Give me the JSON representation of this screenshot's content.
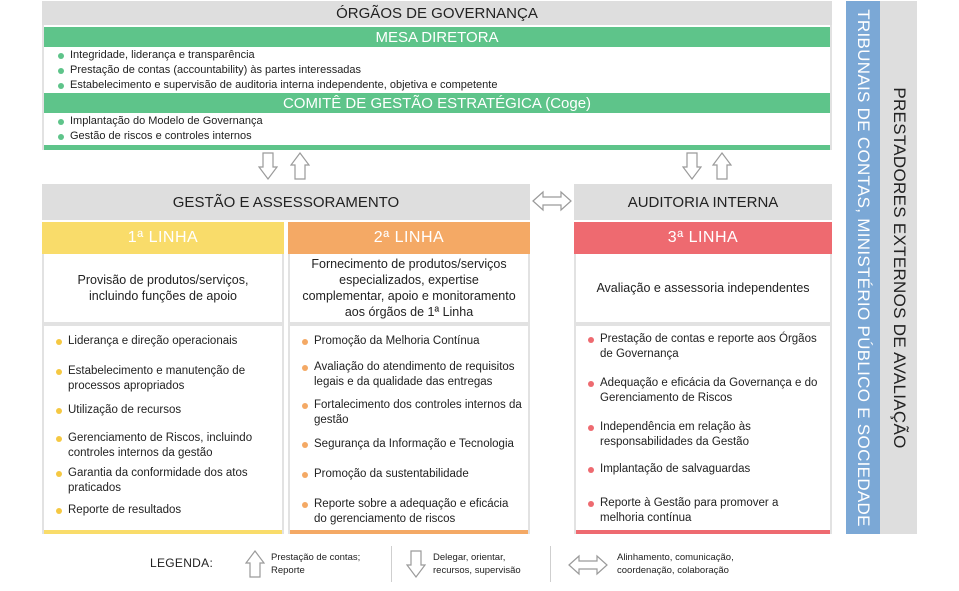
{
  "governance": {
    "title": "ÓRGÃOS DE GOVERNANÇA",
    "mesa": {
      "title": "MESA DIRETORA",
      "items": [
        "Integridade, liderança e transparência",
        "Prestação de contas (accountability) às partes interessadas",
        "Estabelecimento e supervisão de auditoria interna independente, objetiva e competente"
      ]
    },
    "coge": {
      "title": "COMITÊ DE GESTÃO ESTRATÉGICA (Coge)",
      "items": [
        "Implantação do Modelo de Governança",
        "Gestão de riscos e controles internos"
      ]
    }
  },
  "gestao": {
    "title": "GESTÃO E ASSESSORAMENTO"
  },
  "auditoria": {
    "title": "AUDITORIA INTERNA"
  },
  "lines": {
    "first": {
      "title": "1ª LINHA",
      "description": "Provisão de produtos/serviços, incluindo funções de apoio",
      "items": [
        "Liderança e direção operacionais",
        "Estabelecimento e manutenção de processos apropriados",
        "Utilização de recursos",
        "Gerenciamento de Riscos, incluindo controles internos da gestão",
        "Garantia da conformidade dos atos praticados",
        "Reporte de resultados"
      ]
    },
    "second": {
      "title": "2ª LINHA",
      "description": "Fornecimento de produtos/serviços especializados, expertise complementar, apoio e monitoramento aos órgãos de 1ª Linha",
      "items": [
        "Promoção da Melhoria Contínua",
        "Avaliação do atendimento de requisitos legais e da qualidade das entregas",
        "Fortalecimento dos controles internos da gestão",
        "Segurança da Informação e Tecnologia",
        "Promoção da sustentabilidade",
        "Reporte sobre a adequação e eficácia do gerenciamento de riscos"
      ]
    },
    "third": {
      "title": "3ª LINHA",
      "description": "Avaliação e assessoria independentes",
      "items": [
        "Prestação de contas e reporte aos Órgãos de Governança",
        "Adequação e eficácia da Governança e do Gerenciamento de Riscos",
        "Independência em relação às responsabilidades da Gestão",
        "Implantação de salvaguardas",
        "Reporte à Gestão para promover a melhoria contínua"
      ]
    }
  },
  "side": {
    "tribunais": "TRIBUNAIS DE CONTAS, MINISTÉRIO PÚBLICO E SOCIEDADE",
    "prestadores": "PRESTADORES EXTERNOS DE AVALIAÇÃO"
  },
  "legend": {
    "label": "LEGENDA:",
    "up_text": [
      "Prestação de contas;",
      "Reporte"
    ],
    "down_text": [
      "Delegar, orientar,",
      "recursos, supervisão"
    ],
    "both_text": [
      "Alinhamento, comunicação,",
      "coordenação, colaboração"
    ]
  },
  "colors": {
    "green": "#5ec48a",
    "yellow": "#f9dc6a",
    "orange": "#f4a965",
    "red": "#ee6a70",
    "blue": "#7ba8d6",
    "gray": "#dedede"
  },
  "icons": [
    "arrow-up-icon",
    "arrow-down-icon",
    "double-arrow-icon",
    "bullet-icon"
  ]
}
